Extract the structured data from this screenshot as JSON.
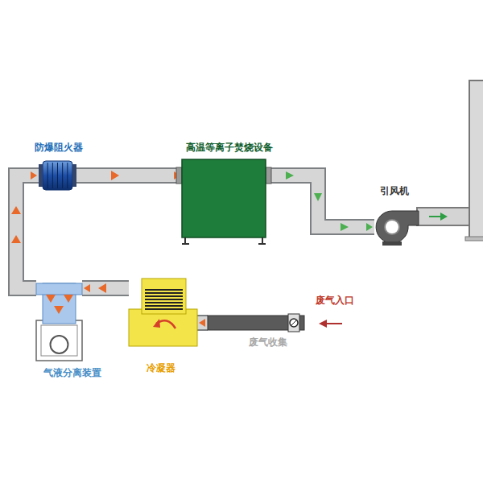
{
  "diagram": {
    "nodes": [
      {
        "text": [
          "防爆阻火器"
        ]
      },
      {
        "text": [
          "高温等离子焚烧设备"
        ]
      },
      {
        "text": [
          "引风机"
        ]
      },
      {
        "text": [
          "废气收集"
        ]
      },
      {
        "text": [
          "气液分离装置"
        ]
      },
      {
        "text": [
          "冷凝器"
        ]
      }
    ],
    "edges": [
      {
        "from": 3,
        "to": 5,
        "arrow": "to"
      },
      {
        "from": 5,
        "to": 4,
        "arrow": "to"
      },
      {
        "from": 4,
        "to": 0,
        "arrow": "to"
      },
      {
        "from": 0,
        "to": 1,
        "arrow": "to"
      },
      {
        "from": 1,
        "to": 2,
        "arrow": "to"
      }
    ],
    "labels": [
      "废气入口"
    ]
  }
}
